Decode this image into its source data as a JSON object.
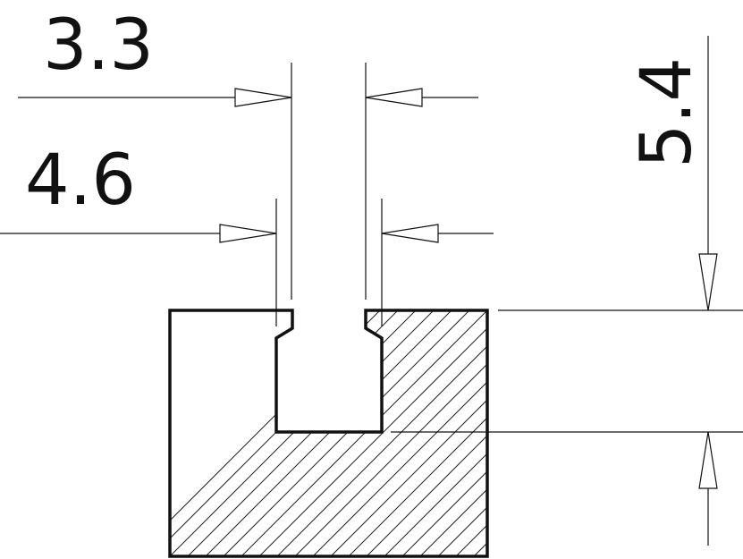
{
  "dimensions": {
    "opening_width": "3.3",
    "inner_width": "4.6",
    "groove_depth": "5.4"
  },
  "colors": {
    "line": "#111111",
    "background": "#ffffff"
  }
}
